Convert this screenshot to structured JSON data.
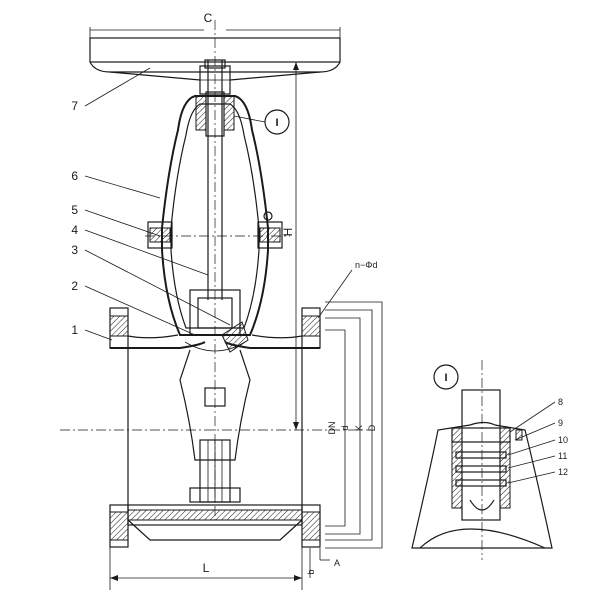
{
  "part_numbers": [
    "1",
    "2",
    "3",
    "4",
    "5",
    "6",
    "7",
    "8",
    "9",
    "10",
    "11",
    "12"
  ],
  "dimensions": {
    "C": "C",
    "H": "H",
    "L": "L",
    "A": "A",
    "b": "b",
    "DN": "DN",
    "d": "d",
    "K": "K",
    "D": "D",
    "bolt_holes": "n−Φd"
  },
  "detail_marker": "I",
  "colors": {
    "line": "#1a1a1a",
    "background": "#ffffff"
  }
}
